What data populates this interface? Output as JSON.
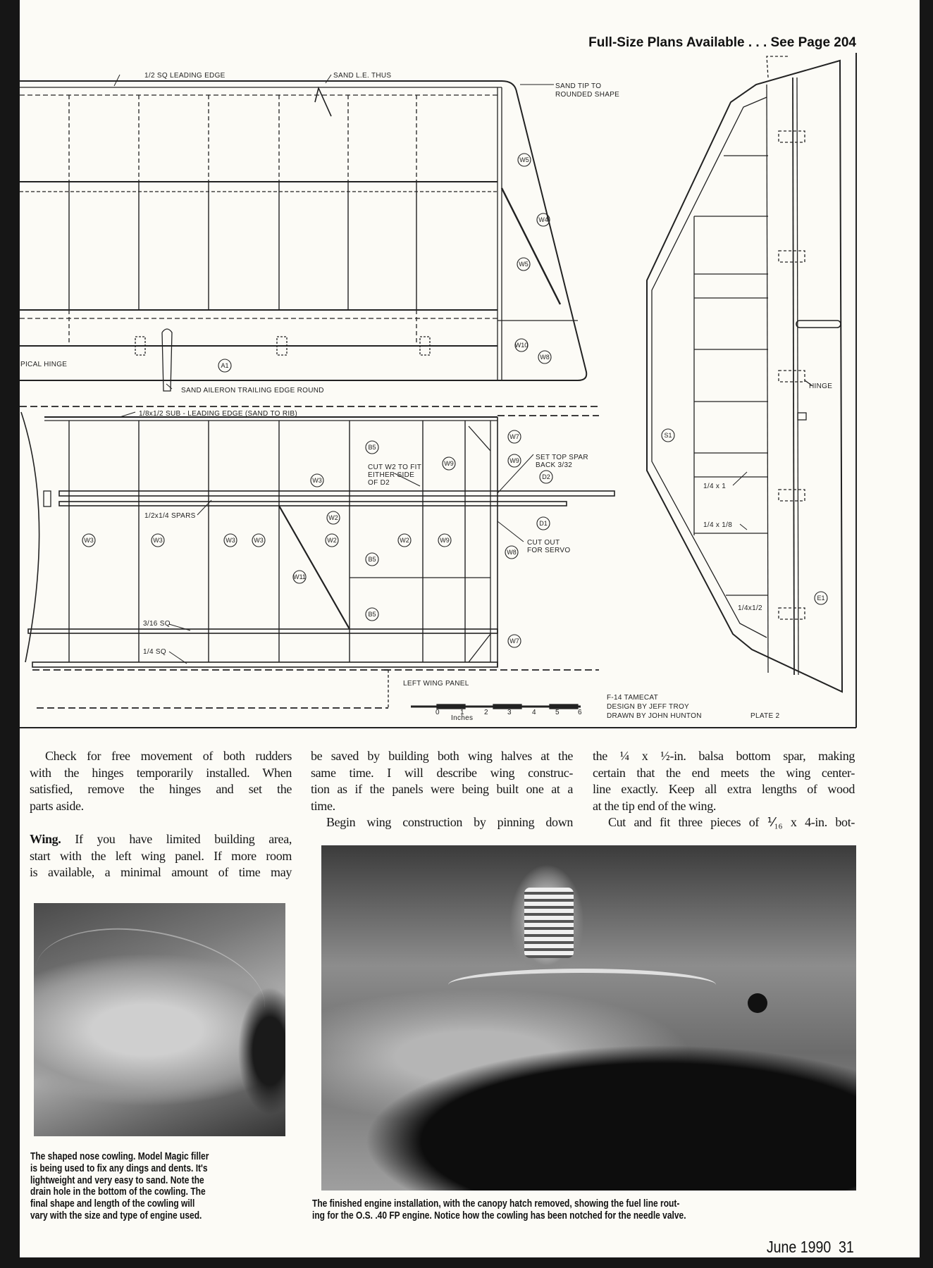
{
  "header": {
    "text": "Full-Size Plans Available . . . See Page 204"
  },
  "plan": {
    "labels": {
      "leading_edge": "1/2 SQ  LEADING  EDGE",
      "sand_le": "SAND L.E. THUS",
      "sand_tip_1": "SAND TIP TO",
      "sand_tip_2": "ROUNDED SHAPE",
      "typical_hinge": "PICAL  HINGE",
      "sand_aileron": "SAND AILERON  TRAILING EDGE  ROUND",
      "sub_le": "1/8x1/2  SUB - LEADING EDGE  (SAND TO RIB)",
      "cut_w2_1": "CUT W2 TO FIT",
      "cut_w2_2": "EITHER SIDE",
      "cut_w2_3": "OF D2",
      "set_spar_1": "SET TOP SPAR",
      "set_spar_2": "BACK 3/32",
      "spars": "1/2x1/4 SPARS",
      "cut_servo_1": "CUT OUT",
      "cut_servo_2": "FOR SERVO",
      "sq316": "3/16 SQ",
      "sq14": "1/4 SQ",
      "left_wing_panel": "LEFT  WING  PANEL",
      "hinge": "HINGE",
      "q14x1": "1/4 x 1",
      "q14x18": "1/4 x 1/8",
      "q14x12": "1/4x1/2",
      "inches": "Inches"
    },
    "tags": [
      "W5",
      "W4",
      "W5",
      "W10",
      "W8",
      "A1",
      "B5",
      "W9",
      "W9",
      "W7",
      "D2",
      "W3",
      "W2",
      "D1",
      "W3",
      "W3",
      "W3",
      "W3",
      "W2",
      "B5",
      "W2",
      "W9",
      "W8",
      "W11",
      "B5",
      "W7",
      "S1",
      "E1"
    ],
    "scale_ticks": [
      "0",
      "1",
      "2",
      "3",
      "4",
      "5",
      "6"
    ],
    "title": "F-14  TAMECAT",
    "design_by": "DESIGN  BY  JEFF  TROY",
    "drawn_by": "DRAWN  BY  JOHN  HUNTON",
    "plate": "PLATE  2"
  },
  "article": {
    "col1": {
      "p1": [
        "Check for free movement of both rudders",
        "with the hinges temporarily installed. When",
        "satisfied, remove the hinges and set the",
        "parts aside."
      ],
      "p2_lead": "Wing.",
      "p2": [
        " If you have limited building area,",
        "start with the left wing panel. If more room",
        "is available, a minimal amount of time may"
      ]
    },
    "col2": {
      "p1": [
        "be saved by building both wing halves at the",
        "same time. I will describe wing construc-",
        "tion as if the panels were being built one at a",
        "time."
      ],
      "p2": [
        "Begin wing construction by pinning down"
      ]
    },
    "col3": {
      "p1": [
        "the ¼ x ½-in. balsa bottom spar, making",
        "certain that the end meets the wing center-",
        "line exactly. Keep all extra lengths of wood",
        "at the tip end of the wing."
      ],
      "p2": [
        "Cut and fit three pieces of ⅟₁₆ x 4-in. bot-"
      ]
    }
  },
  "captions": {
    "left": [
      "The shaped nose cowling. Model Magic filler",
      "is being used to fix any dings and dents. It's",
      "lightweight and very easy to sand. Note the",
      "drain hole in the bottom of the cowling. The",
      "final shape and length of the cowling will",
      "vary with the size and type of engine used."
    ],
    "right": [
      "The finished engine installation, with the canopy hatch removed, showing the fuel line rout-",
      "ing for the O.S. .40 FP engine. Notice how the cowling has been notched for the needle valve."
    ]
  },
  "footer": {
    "issue": "June 1990",
    "page": "31"
  }
}
